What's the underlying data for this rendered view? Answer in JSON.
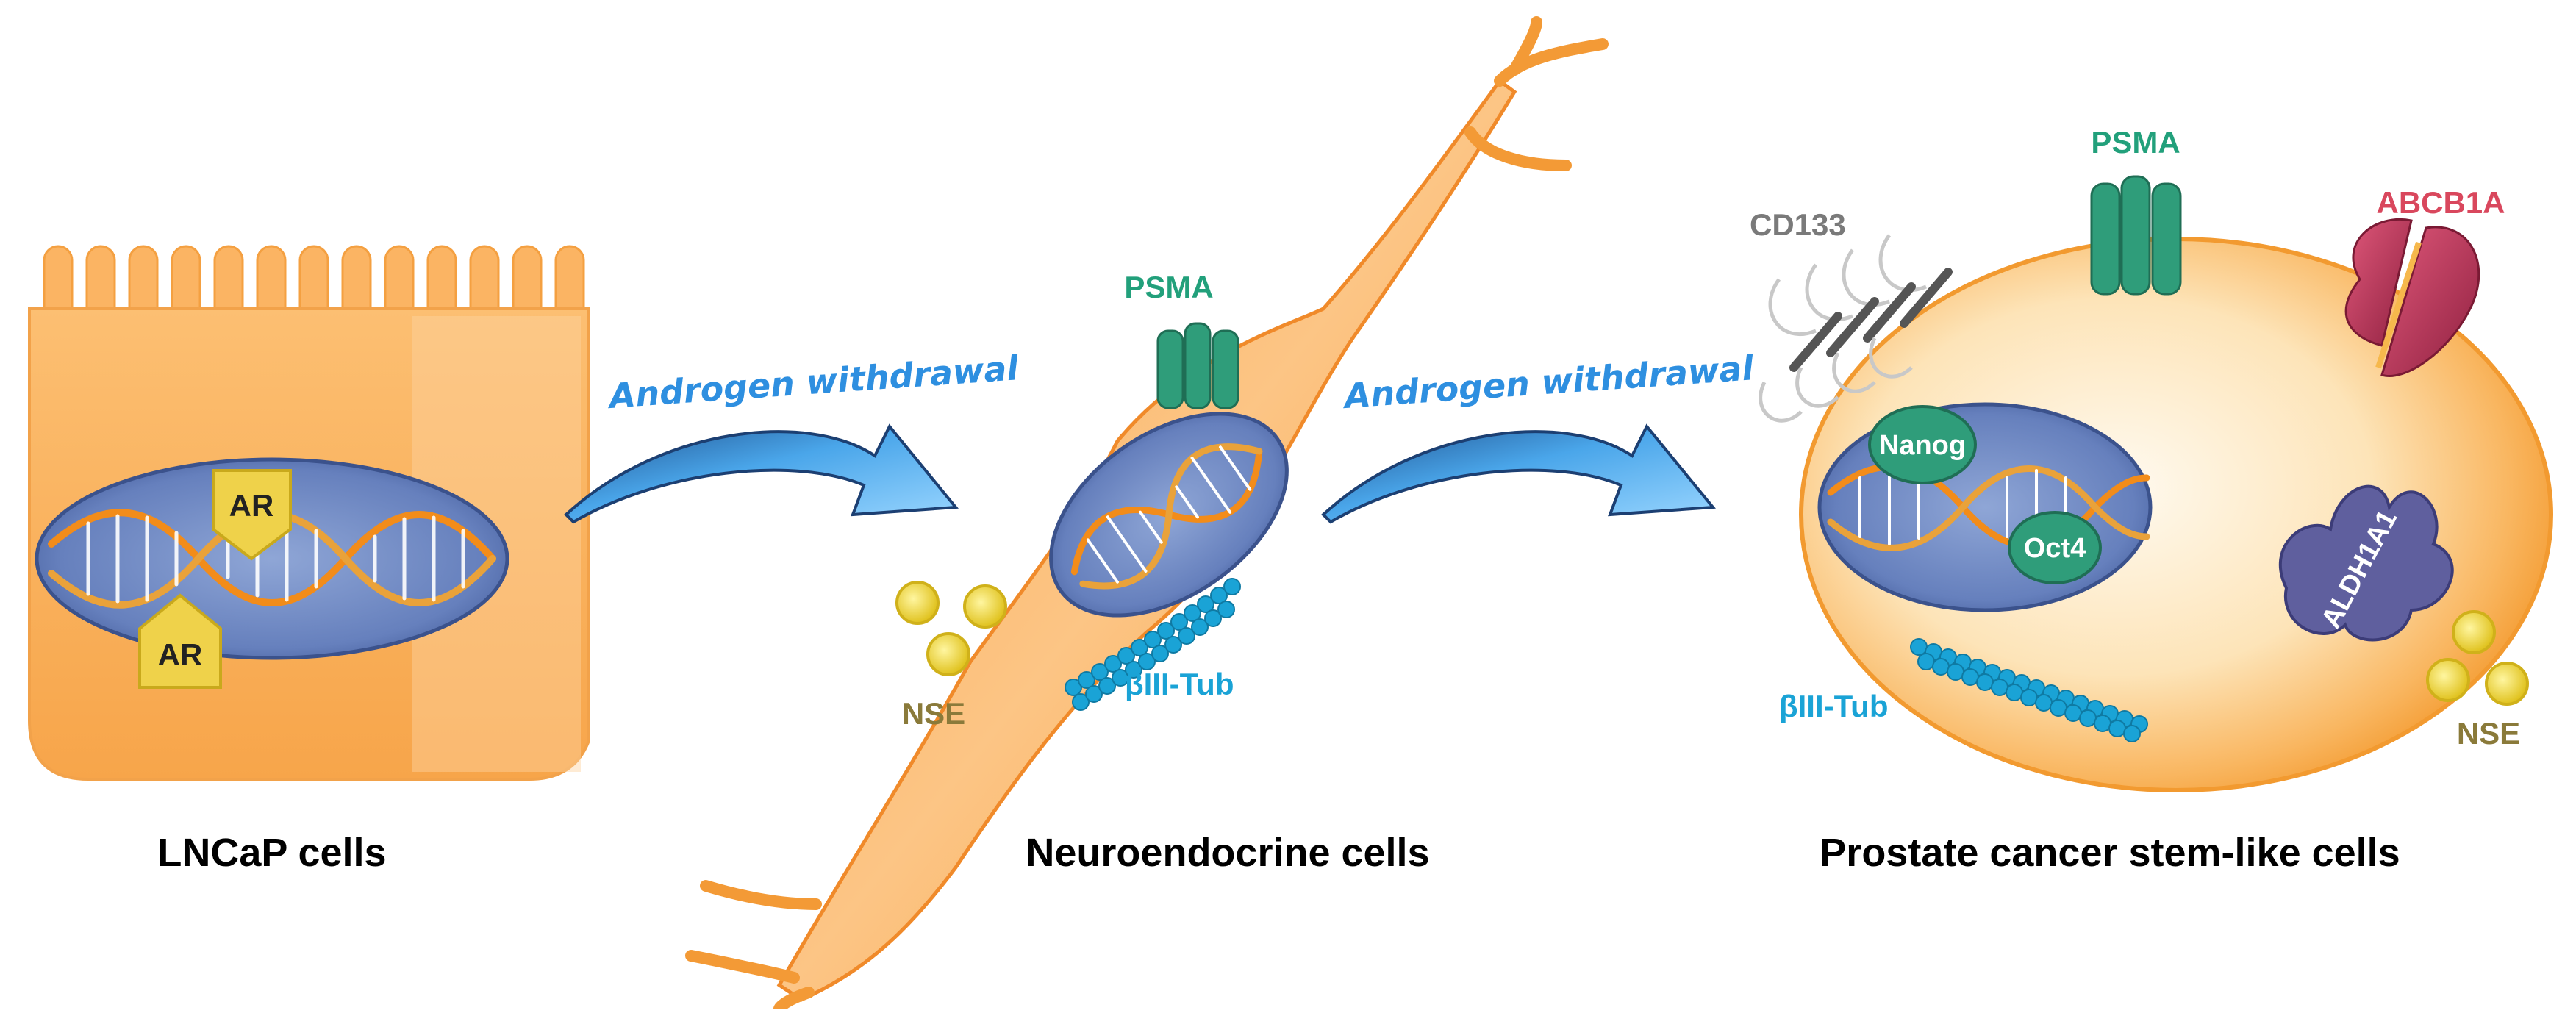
{
  "captions": {
    "lncap": "LNCaP cells",
    "neuroendocrine": "Neuroendocrine cells",
    "stem_like": "Prostate cancer stem-like cells"
  },
  "arrows": {
    "first": "Androgen withdrawal",
    "second": "Androgen withdrawal"
  },
  "lncap": {
    "receptor_top": "AR",
    "receptor_bottom": "AR"
  },
  "neuro": {
    "psma": "PSMA",
    "tubulin": "βIII-Tub",
    "nse": "NSE"
  },
  "stem": {
    "psma": "PSMA",
    "cd133": "CD133",
    "abcb1a": "ABCB1A",
    "nanog": "Nanog",
    "oct4": "Oct4",
    "aldh": "ALDH1A1",
    "tubulin": "βIII-Tub",
    "nse": "NSE"
  },
  "colors": {
    "cell_orange": "#f9a94a",
    "nucleus_blue": "#5c78b4",
    "psma_green": "#2f9d7a",
    "tubulin_cyan": "#1aa3d6",
    "nse_yellow": "#e8cf2a",
    "abcb1a_red": "#c23b5a",
    "arrow_blue": "#3d9de6"
  }
}
